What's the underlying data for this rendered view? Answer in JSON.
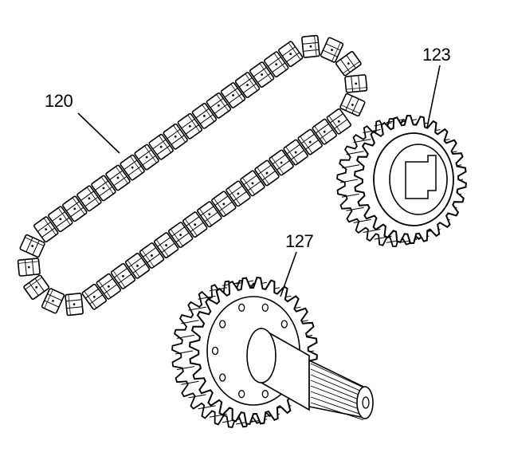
{
  "diagram": {
    "callouts": [
      {
        "id": "chain",
        "label": "120"
      },
      {
        "id": "drive-sprocket",
        "label": "123"
      },
      {
        "id": "driven-sprocket-shaft",
        "label": "127"
      }
    ]
  }
}
